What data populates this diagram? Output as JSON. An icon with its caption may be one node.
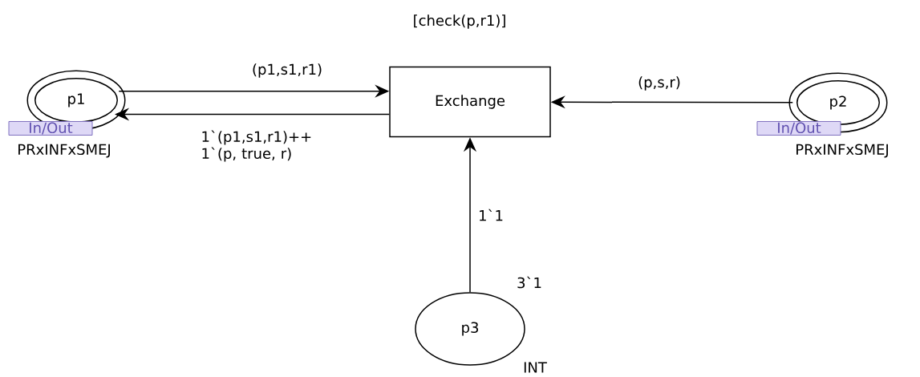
{
  "diagram": {
    "nodes": [
      {
        "text": [
          "p1"
        ]
      },
      {
        "text": [
          "In/Out"
        ],
        "beside": [
          "PRxINFxSMEJ"
        ]
      },
      {
        "text": [
          "Exchange"
        ],
        "beside": [
          "[check(p,r1)]"
        ]
      },
      {
        "text": [
          "p2"
        ]
      },
      {
        "text": [
          "In/Out"
        ],
        "beside": [
          "PRxINFxSMEJ"
        ]
      },
      {
        "text": [
          "p3"
        ],
        "beside": [
          "3`1",
          "INT"
        ]
      }
    ],
    "edges": [
      {
        "from": 0,
        "to": 2,
        "arrow": "to",
        "label": "(p1,s1,r1)"
      },
      {
        "from": 2,
        "to": 0,
        "arrow": "to",
        "label": "1`(p1,s1,r1)++ 1`(p, true, r)"
      },
      {
        "from": 3,
        "to": 2,
        "arrow": "to",
        "label": "(p,s,r)"
      },
      {
        "from": 5,
        "to": 2,
        "arrow": "to",
        "label": "1`1"
      }
    ]
  }
}
